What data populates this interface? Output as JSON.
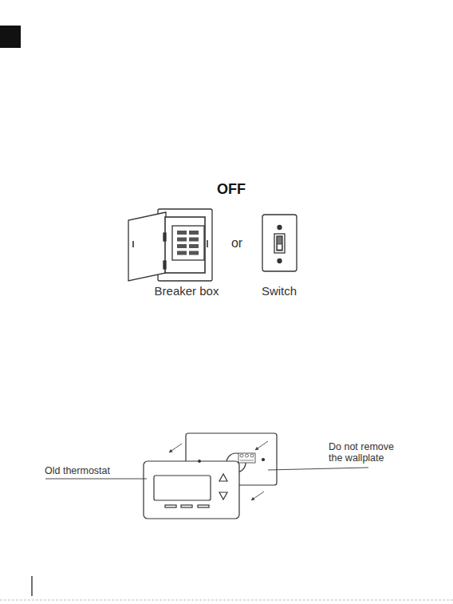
{
  "diagram": {
    "labels": [
      "OFF",
      "or",
      "Breaker box",
      "Switch",
      "Old thermostat",
      "Do not remove the wallplate"
    ]
  }
}
